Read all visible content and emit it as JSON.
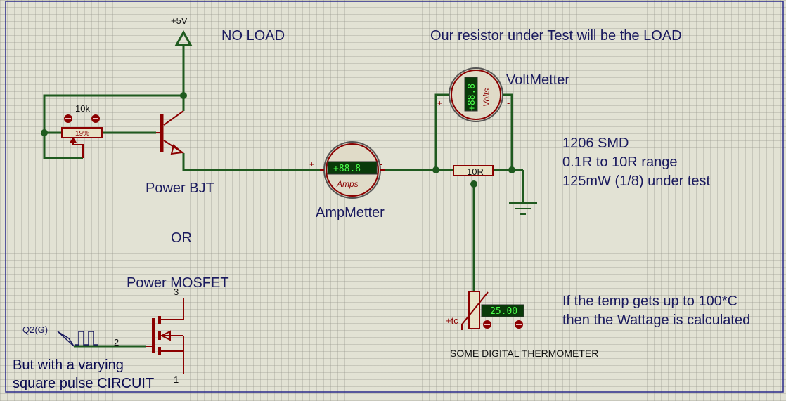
{
  "labels": {
    "supply": "+5V",
    "no_load": "NO LOAD",
    "load_note": "Our resistor under Test will be the LOAD",
    "voltmeter": "VoltMetter",
    "ammeter": "AmpMetter",
    "bjt": "Power BJT",
    "or": "OR",
    "mosfet": "Power MOSFET",
    "pot_value": "10k",
    "pot_percent": "19%",
    "resistor": "10R",
    "smd_line1": "1206 SMD",
    "smd_line2": "0.1R to 10R range",
    "smd_line3": "125mW (1/8) under test",
    "temp_line1": "If the temp gets up to 100*C",
    "temp_line2": "then the Wattage is calculated",
    "thermometer": "SOME DIGITAL THERMOMETER",
    "pulse_line1": "But with a varying",
    "pulse_line2": "square pulse CIRCUIT",
    "gate_signal": "Q2(G)",
    "pin_3": "3",
    "pin_2": "2",
    "pin_1": "1",
    "thermistor_tag": "+tc",
    "plus": "+",
    "minus": "-"
  },
  "instruments": {
    "ammeter_display": "+88.8",
    "ammeter_unit": "Amps",
    "voltmeter_display": "+88.8",
    "voltmeter_unit": "Volts",
    "thermometer_display": "25.00"
  },
  "colors": {
    "wire": "#1f5a1f",
    "component": "#8b0000",
    "text": "#1a1a5e",
    "background": "#e2e2d4"
  }
}
